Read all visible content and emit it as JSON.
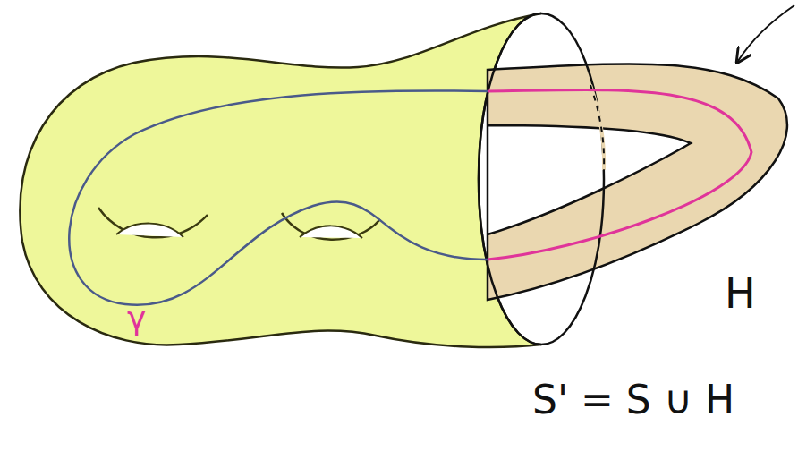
{
  "diagram": {
    "labels": [
      "γ",
      "H",
      "S' = S ∪ H"
    ]
  }
}
